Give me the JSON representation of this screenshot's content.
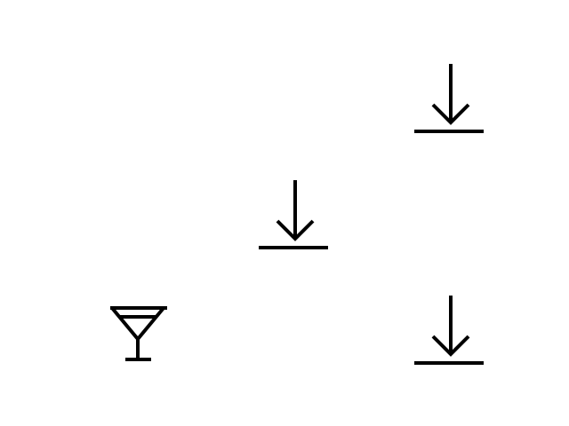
{
  "canvas": {
    "background": "#ffffff"
  },
  "icons": [
    {
      "id": "download-top-right",
      "icon": "download-icon",
      "color": "#000000"
    },
    {
      "id": "download-center",
      "icon": "download-icon",
      "color": "#000000"
    },
    {
      "id": "download-bottom-right",
      "icon": "download-icon",
      "color": "#000000"
    },
    {
      "id": "cocktail",
      "icon": "cocktail-icon",
      "color": "#000000"
    }
  ]
}
